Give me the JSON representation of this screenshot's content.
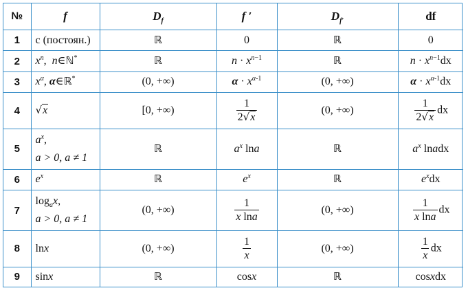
{
  "headers": {
    "num": "№",
    "f": "f",
    "df": "D",
    "df_sub": "f",
    "fp": "f ′",
    "dfp": "D",
    "dfp_sub": "f′",
    "diff": "df"
  },
  "R": "ℝ",
  "dx": "dx",
  "interval_open": "(0, +∞)",
  "interval_closed": "[0, +∞)",
  "rows": {
    "r1": {
      "n": "1",
      "f": "c (постоян.)",
      "fp": "0",
      "diff": "0"
    },
    "r2": {
      "n": "2"
    },
    "r3": {
      "n": "3"
    },
    "r4": {
      "n": "4"
    },
    "r5": {
      "n": "5",
      "cond": "a > 0, a ≠ 1"
    },
    "r6": {
      "n": "6"
    },
    "r7": {
      "n": "7",
      "cond": "a > 0, a ≠ 1"
    },
    "r8": {
      "n": "8"
    },
    "r9": {
      "n": "9"
    }
  }
}
